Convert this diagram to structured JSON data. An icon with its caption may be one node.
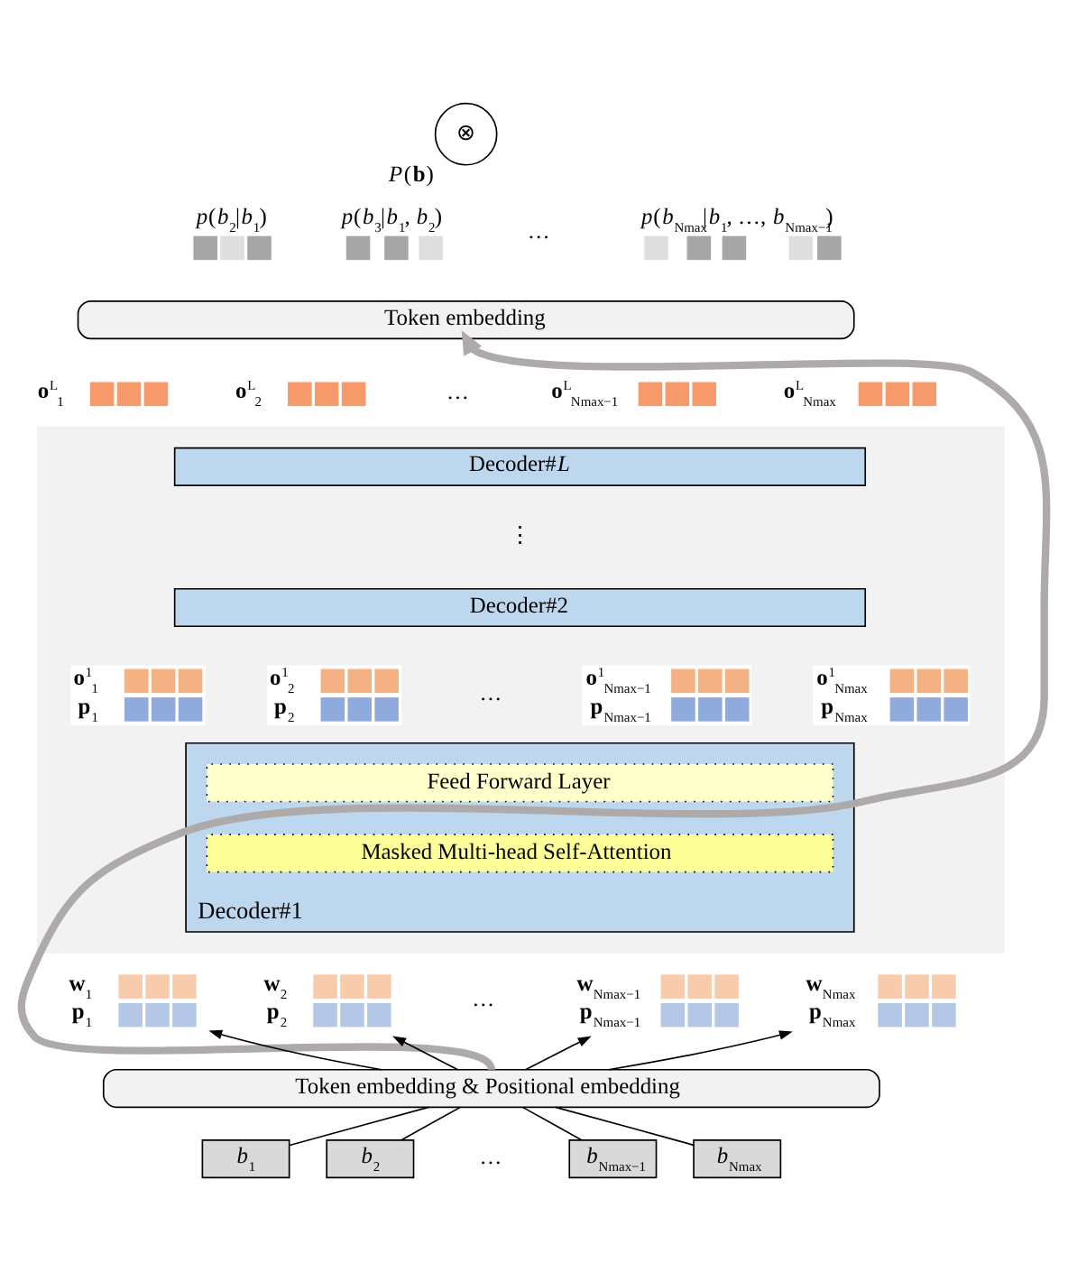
{
  "diagram": {
    "nodes": [
      {
        "text": [
          "⊗"
        ],
        "beside": [
          "*P*(**b**)"
        ]
      },
      {
        "text": [
          "Token embedding"
        ]
      },
      {
        "text": [
          "**o**$^{L}$$_{1}$"
        ]
      },
      {
        "text": [
          "**o**$^{L}$$_{2}$"
        ]
      },
      {
        "text": [
          "**o**$^{L}$$_{Nmax−1}$"
        ]
      },
      {
        "text": [
          "**o**$^{L}$$_{Nmax}$"
        ]
      },
      {
        "text": [],
        "shape": "box"
      },
      {
        "text": [
          "Decoder#*L*"
        ],
        "in": 6
      },
      {
        "text": [
          "Decoder#2"
        ],
        "in": 6
      },
      {
        "text": [
          "**o**$^{1}$$_{1}$",
          "**p**$_{1}$"
        ],
        "in": 6
      },
      {
        "text": [
          "**o**$^{1}$$_{2}$",
          "**p**$_{2}$"
        ],
        "in": 6
      },
      {
        "text": [
          "**o**$^{1}$$_{Nmax−1}$",
          "**p**$_{Nmax−1}$"
        ],
        "in": 6
      },
      {
        "text": [
          "**o**$^{1}$$_{Nmax}$",
          "**p**$_{Nmax}$"
        ],
        "in": 6
      },
      {
        "text": [
          "Decoder#1"
        ],
        "in": 6
      },
      {
        "text": [
          "Feed Forward Layer"
        ],
        "in": 13
      },
      {
        "text": [
          "Masked Multi-head Self-Attention"
        ],
        "in": 13
      },
      {
        "text": [
          "**w**$_{1}$",
          "**p**$_{1}$"
        ]
      },
      {
        "text": [
          "**w**$_{2}$",
          "**p**$_{2}$"
        ]
      },
      {
        "text": [
          "**w**$_{Nmax−1}$",
          "**p**$_{Nmax−1}$"
        ]
      },
      {
        "text": [
          "**w**$_{Nmax}$",
          "**p**$_{Nmax}$"
        ]
      },
      {
        "text": [
          "Token embedding & Positional embedding"
        ]
      },
      {
        "text": [
          "*b*$_{1}$"
        ]
      },
      {
        "text": [
          "*b*$_{2}$"
        ]
      },
      {
        "text": [
          "*b*$_{Nmax−1}$"
        ]
      },
      {
        "text": [
          "*b*$_{Nmax}$"
        ]
      }
    ],
    "edges": [
      {
        "from": 20,
        "to": 16,
        "arrow": "to"
      },
      {
        "from": 20,
        "to": 17,
        "arrow": "to"
      },
      {
        "from": 20,
        "to": 18,
        "arrow": "to"
      },
      {
        "from": 20,
        "to": 19,
        "arrow": "to"
      },
      {
        "from": 21,
        "to": 20,
        "arrow": "none"
      },
      {
        "from": 22,
        "to": 20,
        "arrow": "none"
      },
      {
        "from": 23,
        "to": 20,
        "arrow": "none"
      },
      {
        "from": 24,
        "to": 20,
        "arrow": "none"
      },
      {
        "from": 20,
        "to": 1,
        "arrow": "to",
        "style": "thick",
        "color": "#aeaaaa"
      }
    ],
    "labels": [
      "*p*(*b*$_{2}$|*b*$_{1}$)",
      "*p*(*b*$_{3}$|*b*$_{1}$, *b*$_{2}$)",
      "…",
      "*p*(*b*$_{Nmax}$|*b*$_{1}$, …, *b*$_{Nmax−1}$)",
      "…",
      "⋮",
      "…",
      "…",
      "…"
    ]
  }
}
